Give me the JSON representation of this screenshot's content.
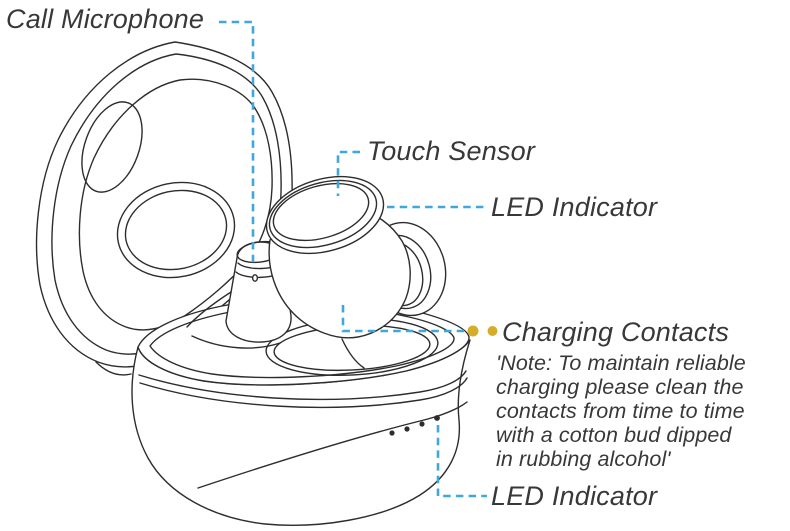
{
  "diagram": {
    "subject": "true-wireless-earbuds-with-charging-case",
    "labels": {
      "call_microphone": "Call Microphone",
      "touch_sensor": "Touch Sensor",
      "led_indicator_top": "LED Indicator",
      "charging_contacts": "Charging Contacts",
      "led_indicator_bottom": "LED Indicator",
      "charging_note_lines": [
        "'Note: To maintain reliable",
        "charging please clean the",
        "contacts from time to time",
        "with a cotton bud dipped",
        "in rubbing alcohol'"
      ]
    },
    "colors": {
      "background": "#FFFFFF",
      "line_art_ink": "#2D2D2F",
      "label_text": "#38383A",
      "leader_line_blue": "#3FA7DC",
      "charging_contact_gold": "#D6AD28"
    }
  }
}
